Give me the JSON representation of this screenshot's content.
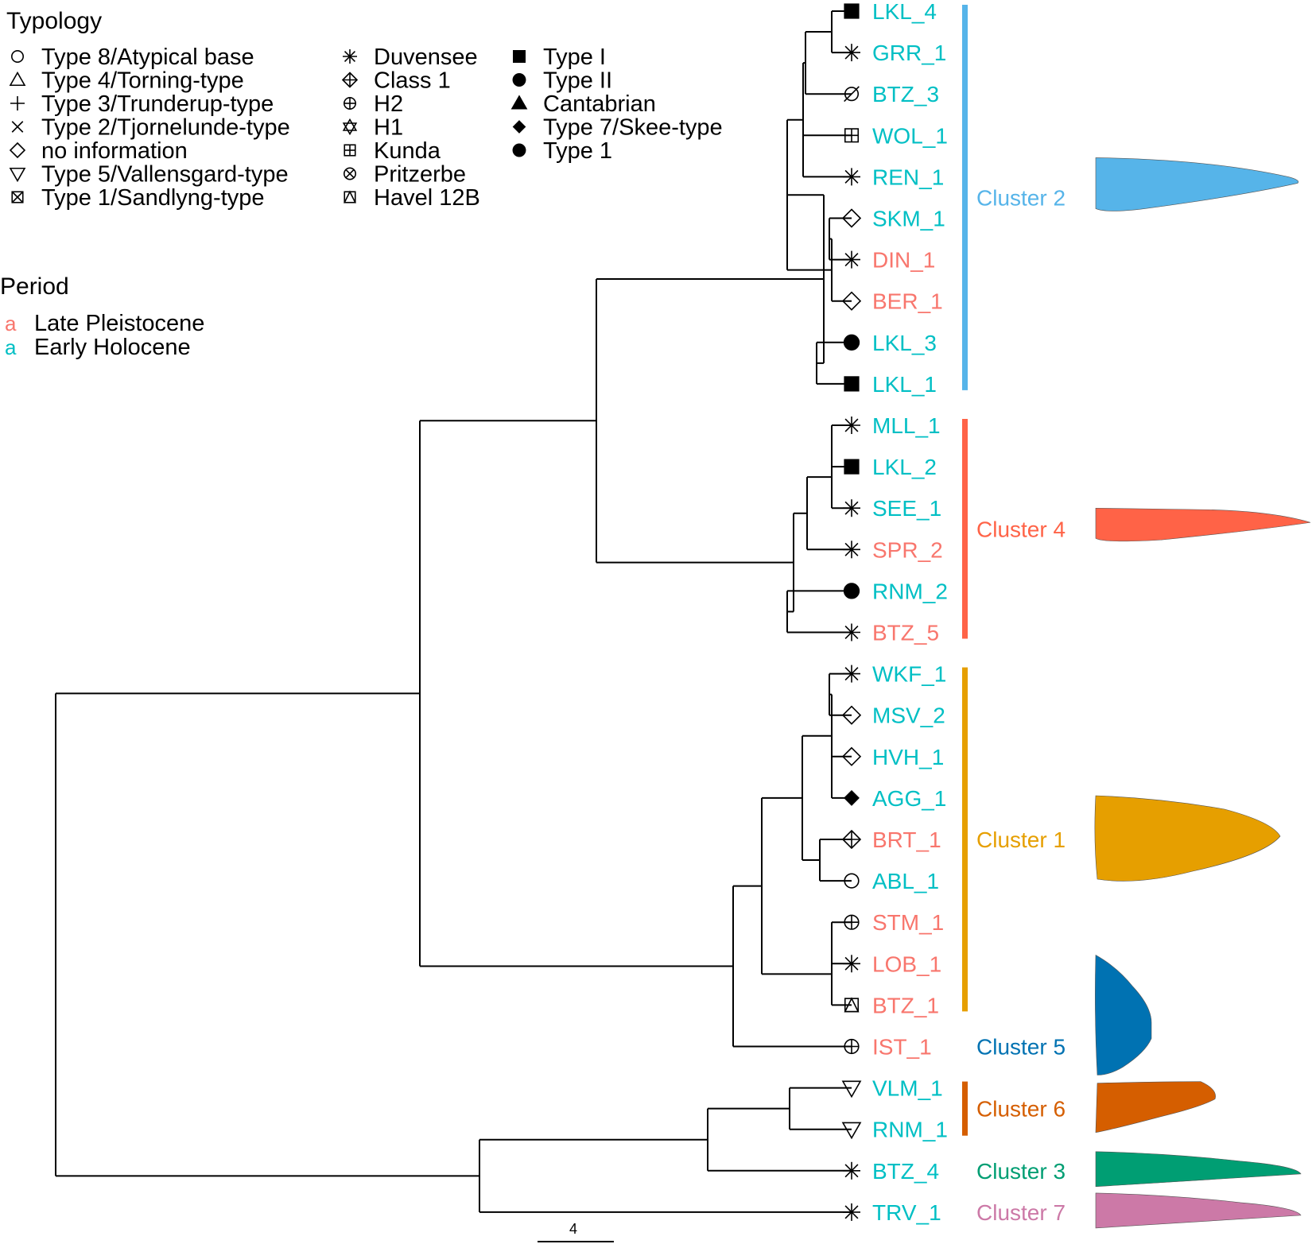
{
  "legend": {
    "typology_title": "Typology",
    "typology_columns": [
      [
        {
          "symbol": "open-circle",
          "label": "Type 8/Atypical base"
        },
        {
          "symbol": "open-triangle",
          "label": "Type 4/Torning-type"
        },
        {
          "symbol": "plus",
          "label": "Type 3/Trunderup-type"
        },
        {
          "symbol": "cross",
          "label": "Type 2/Tjornelunde-type"
        },
        {
          "symbol": "open-diamond",
          "label": "no information"
        },
        {
          "symbol": "open-down-triangle",
          "label": "Type 5/Vallensgard-type"
        },
        {
          "symbol": "box-x",
          "label": "Type 1/Sandlyng-type"
        }
      ],
      [
        {
          "symbol": "asterisk",
          "label": "Duvensee"
        },
        {
          "symbol": "diamond-plus",
          "label": "Class 1"
        },
        {
          "symbol": "circle-plus",
          "label": "H2"
        },
        {
          "symbol": "star-of-david",
          "label": "H1"
        },
        {
          "symbol": "box-plus",
          "label": "Kunda"
        },
        {
          "symbol": "circle-x",
          "label": "Pritzerbe"
        },
        {
          "symbol": "box-triangle",
          "label": "Havel 12B"
        }
      ],
      [
        {
          "symbol": "filled-square",
          "label": "Type I"
        },
        {
          "symbol": "filled-circle",
          "label": "Type II"
        },
        {
          "symbol": "filled-triangle",
          "label": "Cantabrian"
        },
        {
          "symbol": "filled-diamond",
          "label": "Type 7/Skee-type"
        },
        {
          "symbol": "filled-circle",
          "label": "Type 1"
        }
      ]
    ],
    "period_title": "Period",
    "period_items": [
      {
        "key": "a",
        "label": "Late Pleistocene",
        "color": "#F8766D"
      },
      {
        "key": "a",
        "label": "Early Holocene",
        "color": "#00BFC4"
      }
    ]
  },
  "colors": {
    "late_pleistocene": "#F8766D",
    "early_holocene": "#00BFC4",
    "cluster_2": "#56B4E9",
    "cluster_4": "#FF6347",
    "cluster_1": "#E69F00",
    "cluster_5": "#0072B2",
    "cluster_6": "#D55E00",
    "cluster_3": "#009E73",
    "cluster_7": "#CC79A7"
  },
  "tips": [
    {
      "label": "LKL_4",
      "period": "early_holocene",
      "symbol": "filled-square"
    },
    {
      "label": "GRR_1",
      "period": "early_holocene",
      "symbol": "asterisk"
    },
    {
      "label": "BTZ_3",
      "period": "early_holocene",
      "symbol": "slashed-circle"
    },
    {
      "label": "WOL_1",
      "period": "early_holocene",
      "symbol": "box-plus"
    },
    {
      "label": "REN_1",
      "period": "early_holocene",
      "symbol": "asterisk"
    },
    {
      "label": "SKM_1",
      "period": "early_holocene",
      "symbol": "open-diamond"
    },
    {
      "label": "DIN_1",
      "period": "late_pleistocene",
      "symbol": "asterisk"
    },
    {
      "label": "BER_1",
      "period": "late_pleistocene",
      "symbol": "open-diamond"
    },
    {
      "label": "LKL_3",
      "period": "early_holocene",
      "symbol": "filled-circle"
    },
    {
      "label": "LKL_1",
      "period": "early_holocene",
      "symbol": "filled-square"
    },
    {
      "label": "MLL_1",
      "period": "early_holocene",
      "symbol": "asterisk"
    },
    {
      "label": "LKL_2",
      "period": "early_holocene",
      "symbol": "filled-square"
    },
    {
      "label": "SEE_1",
      "period": "early_holocene",
      "symbol": "asterisk"
    },
    {
      "label": "SPR_2",
      "period": "late_pleistocene",
      "symbol": "asterisk"
    },
    {
      "label": "RNM_2",
      "period": "early_holocene",
      "symbol": "filled-circle"
    },
    {
      "label": "BTZ_5",
      "period": "late_pleistocene",
      "symbol": "asterisk"
    },
    {
      "label": "WKF_1",
      "period": "early_holocene",
      "symbol": "asterisk"
    },
    {
      "label": "MSV_2",
      "period": "early_holocene",
      "symbol": "open-diamond"
    },
    {
      "label": "HVH_1",
      "period": "early_holocene",
      "symbol": "open-diamond"
    },
    {
      "label": "AGG_1",
      "period": "early_holocene",
      "symbol": "filled-diamond"
    },
    {
      "label": "BRT_1",
      "period": "late_pleistocene",
      "symbol": "diamond-plus"
    },
    {
      "label": "ABL_1",
      "period": "early_holocene",
      "symbol": "open-circle"
    },
    {
      "label": "STM_1",
      "period": "late_pleistocene",
      "symbol": "circle-plus"
    },
    {
      "label": "LOB_1",
      "period": "late_pleistocene",
      "symbol": "asterisk"
    },
    {
      "label": "BTZ_1",
      "period": "late_pleistocene",
      "symbol": "box-triangle"
    },
    {
      "label": "IST_1",
      "period": "late_pleistocene",
      "symbol": "circle-plus"
    },
    {
      "label": "VLM_1",
      "period": "early_holocene",
      "symbol": "open-down-triangle"
    },
    {
      "label": "RNM_1",
      "period": "early_holocene",
      "symbol": "open-down-triangle"
    },
    {
      "label": "BTZ_4",
      "period": "early_holocene",
      "symbol": "asterisk"
    },
    {
      "label": "TRV_1",
      "period": "early_holocene",
      "symbol": "asterisk"
    }
  ],
  "clusters": [
    {
      "label": "Cluster 2",
      "color_key": "cluster_2",
      "first_tip": 0,
      "last_tip": 9,
      "bar": true,
      "shape": "blade-long"
    },
    {
      "label": "Cluster 4",
      "color_key": "cluster_4",
      "first_tip": 10,
      "last_tip": 15,
      "bar": true,
      "shape": "blade-narrow"
    },
    {
      "label": "Cluster 1",
      "color_key": "cluster_1",
      "first_tip": 16,
      "last_tip": 24,
      "bar": true,
      "shape": "blade-broad"
    },
    {
      "label": "Cluster 5",
      "color_key": "cluster_5",
      "first_tip": 25,
      "last_tip": 25,
      "bar": false,
      "shape": "stubby"
    },
    {
      "label": "Cluster 6",
      "color_key": "cluster_6",
      "first_tip": 26,
      "last_tip": 27,
      "bar": true,
      "shape": "blade-short"
    },
    {
      "label": "Cluster 3",
      "color_key": "cluster_3",
      "first_tip": 28,
      "last_tip": 28,
      "bar": false,
      "shape": "blade-thin"
    },
    {
      "label": "Cluster 7",
      "color_key": "cluster_7",
      "first_tip": 29,
      "last_tip": 29,
      "bar": false,
      "shape": "blade-thin"
    }
  ],
  "scale_bar": {
    "label": "4"
  }
}
